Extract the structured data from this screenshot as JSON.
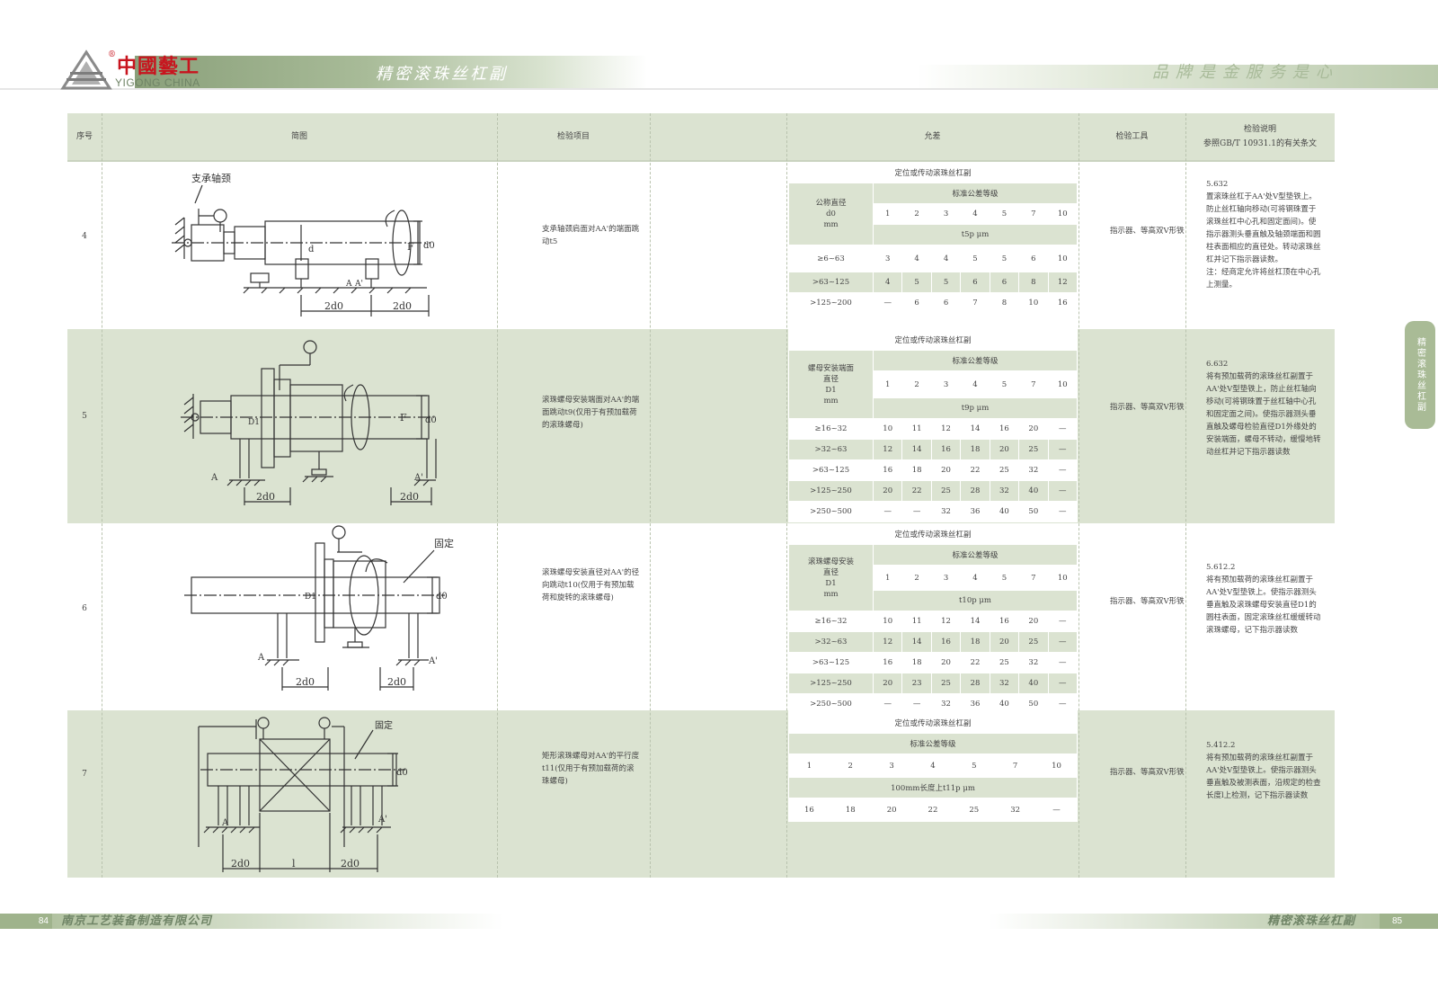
{
  "header": {
    "logo_cn": "中國藝工",
    "logo_reg": "®",
    "logo_en": "YIGONG CHINA",
    "title": "精密滚珠丝杠副",
    "slogan": "品牌是金服务是心"
  },
  "side_tab": "精密滚珠丝杠副",
  "columns": {
    "seq": "序号",
    "sketch": "简图",
    "item": "检验项目",
    "tolerance": "允差",
    "tool": "检验工具",
    "note_line1": "检验说明",
    "note_line2": "参照GB/T 10931.1的有关条文"
  },
  "rows": [
    {
      "seq": "4",
      "item": "支承轴颈肩面对AA'的端面跳动t5",
      "tool": "指示器、等高双V形铁",
      "note": "5.632\n置滚珠丝杠于AA'处V型垫铁上。防止丝杠轴向移动(可将钢珠置于滚珠丝杠中心孔和固定面间)。使指示器测头垂直触及轴颈端面和圆柱表面相应的直径处。转动滚珠丝杠并记下指示器读数。\n注：经商定允许将丝杠顶在中心孔上测量。",
      "sketch": {
        "label": "支承轴颈",
        "dims": [
          "2d0",
          "2d0"
        ],
        "letters": [
          "F",
          "d",
          "d0",
          "A",
          "A'"
        ]
      },
      "tol": {
        "caption": "定位或传动滚珠丝杠副",
        "left_head": [
          "公称直径",
          "d0",
          "mm"
        ],
        "grade_head": "标准公差等级",
        "grades": [
          "1",
          "2",
          "3",
          "4",
          "5",
          "7",
          "10"
        ],
        "unit": "t5p μm",
        "data": [
          {
            "range": "≥6~63",
            "values": [
              "3",
              "4",
              "4",
              "5",
              "5",
              "6",
              "10"
            ]
          },
          {
            "range": ">63~125",
            "values": [
              "4",
              "5",
              "5",
              "6",
              "6",
              "8",
              "12"
            ]
          },
          {
            "range": ">125~200",
            "values": [
              "—",
              "6",
              "6",
              "7",
              "8",
              "10",
              "16"
            ]
          }
        ]
      }
    },
    {
      "seq": "5",
      "item": "滚珠螺母安装端面对AA'的端面跳动t9(仅用于有预加载荷的滚珠螺母)",
      "tool": "指示器、等高双V形铁",
      "note": "6.632\n将有预加载荷的滚珠丝杠副置于AA'处V型垫铁上，防止丝杠轴向移动(可将钢珠置于丝杠轴中心孔和固定面之间)。使指示器测头垂直触及螺母检验直径D1外缘处的安装端面，螺母不转动，缓慢地转动丝杠并记下指示器读数",
      "sketch": {
        "dims": [
          "2d0",
          "2d0"
        ],
        "letters": [
          "F",
          "D1",
          "d0",
          "A",
          "A'"
        ]
      },
      "tol": {
        "caption": "定位或传动滚珠丝杠副",
        "left_head": [
          "螺母安装端面",
          "直径",
          "D1",
          "mm"
        ],
        "grade_head": "标准公差等级",
        "grades": [
          "1",
          "2",
          "3",
          "4",
          "5",
          "7",
          "10"
        ],
        "unit": "t9p μm",
        "data": [
          {
            "range": "≥16~32",
            "values": [
              "10",
              "11",
              "12",
              "14",
              "16",
              "20",
              "—"
            ]
          },
          {
            "range": ">32~63",
            "values": [
              "12",
              "14",
              "16",
              "18",
              "20",
              "25",
              "—"
            ]
          },
          {
            "range": ">63~125",
            "values": [
              "16",
              "18",
              "20",
              "22",
              "25",
              "32",
              "—"
            ]
          },
          {
            "range": ">125~250",
            "values": [
              "20",
              "22",
              "25",
              "28",
              "32",
              "40",
              "—"
            ]
          },
          {
            "range": ">250~500",
            "values": [
              "—",
              "—",
              "32",
              "36",
              "40",
              "50",
              "—"
            ]
          }
        ]
      }
    },
    {
      "seq": "6",
      "item": "滚珠螺母安装直径对AA'的径向跳动t10(仅用于有预加载荷和旋转的滚珠螺母)",
      "tool": "指示器、等高双V形铁",
      "note": "5.612.2\n将有预加载荷的滚珠丝杠副置于AA'处V型垫铁上。使指示器测头垂直触及滚珠螺母安装直径D1的圆柱表面，固定滚珠丝杠缓缓转动滚珠螺母，记下指示器读数",
      "sketch": {
        "label": "固定",
        "dims": [
          "2d0",
          "2d0"
        ],
        "letters": [
          "D1",
          "d0",
          "A",
          "A'"
        ]
      },
      "tol": {
        "caption": "定位或传动滚珠丝杠副",
        "left_head": [
          "滚珠螺母安装",
          "直径",
          "D1",
          "mm"
        ],
        "grade_head": "标准公差等级",
        "grades": [
          "1",
          "2",
          "3",
          "4",
          "5",
          "7",
          "10"
        ],
        "unit": "t10p μm",
        "data": [
          {
            "range": "≥16~32",
            "values": [
              "10",
              "11",
              "12",
              "14",
              "16",
              "20",
              "—"
            ]
          },
          {
            "range": ">32~63",
            "values": [
              "12",
              "14",
              "16",
              "18",
              "20",
              "25",
              "—"
            ]
          },
          {
            "range": ">63~125",
            "values": [
              "16",
              "18",
              "20",
              "22",
              "25",
              "32",
              "—"
            ]
          },
          {
            "range": ">125~250",
            "values": [
              "20",
              "23",
              "25",
              "28",
              "32",
              "40",
              "—"
            ]
          },
          {
            "range": ">250~500",
            "values": [
              "—",
              "—",
              "32",
              "36",
              "40",
              "50",
              "—"
            ]
          }
        ]
      }
    },
    {
      "seq": "7",
      "item": "矩形滚珠螺母对AA'的平行度t11(仅用于有预加载荷的滚珠螺母)",
      "tool": "指示器、等高双V形铁",
      "note": "5.412.2\n将有预加载荷的滚珠丝杠副置于AA'处V型垫铁上。使指示器测头垂直触及被测表面，沿规定的检查长度l上检测，记下指示器读数",
      "sketch": {
        "label": "固定",
        "dims": [
          "2d0",
          "l",
          "2d0"
        ],
        "letters": [
          "d0",
          "A",
          "A'"
        ]
      },
      "tol": {
        "caption": "定位或传动滚珠丝杠副",
        "grade_head": "标准公差等级",
        "grades": [
          "1",
          "2",
          "3",
          "4",
          "5",
          "7",
          "10"
        ],
        "unit": "100mm长度上t11p μm",
        "values": [
          "16",
          "18",
          "20",
          "22",
          "25",
          "32",
          "—"
        ]
      }
    }
  ],
  "footer": {
    "page_left": "84",
    "company": "南京工艺装备制造有限公司",
    "title": "精密滚珠丝杠副",
    "page_right": "85"
  }
}
